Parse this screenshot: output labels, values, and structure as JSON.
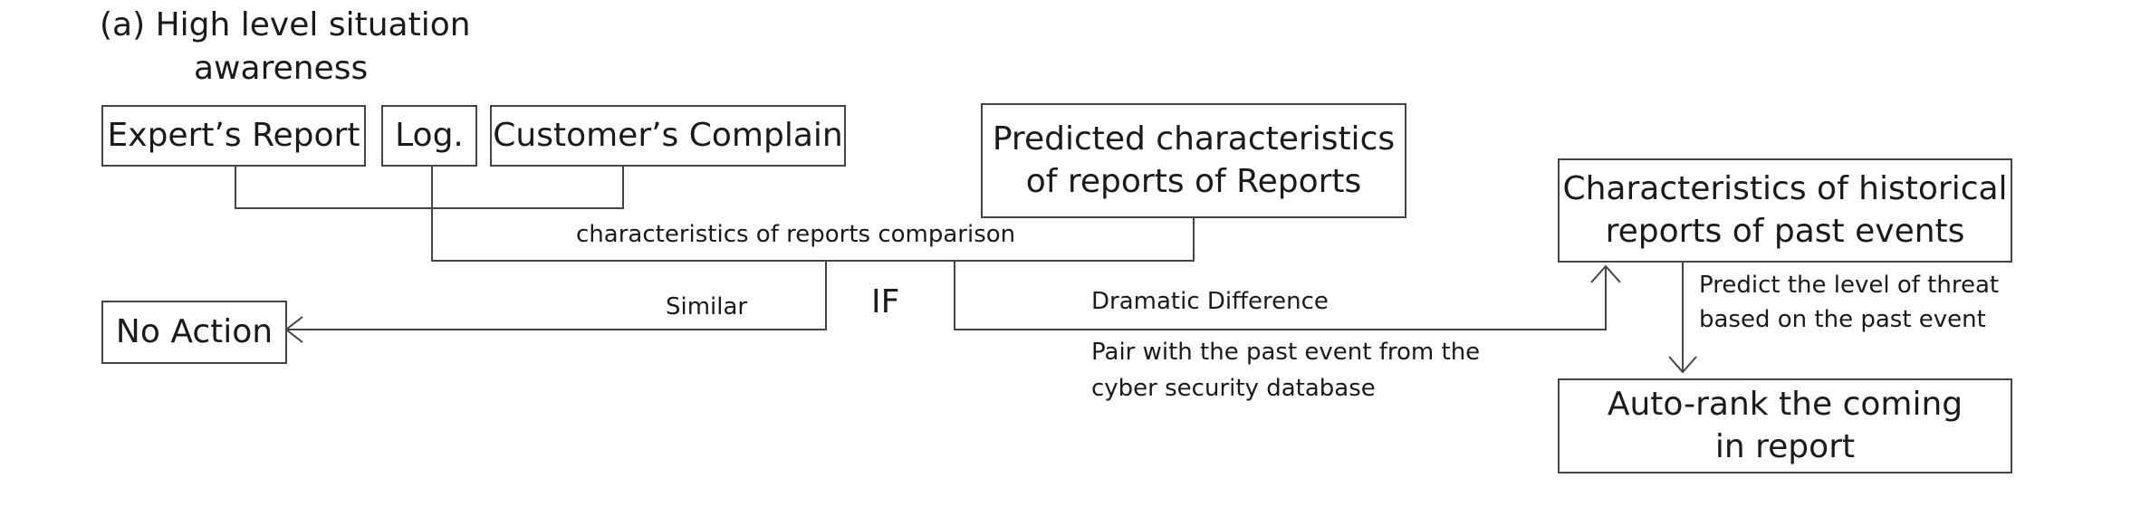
{
  "title": {
    "line1": "(a) High level situation",
    "line2": "awareness"
  },
  "boxes": {
    "expert_report": "Expert’s Report",
    "log": "Log.",
    "customer_complain": "Customer’s Complain",
    "predicted_line1": "Predicted characteristics",
    "predicted_line2": "of reports of Reports",
    "historical_line1": "Characteristics of historical",
    "historical_line2": "reports of past events",
    "auto_rank_line1": "Auto-rank the coming",
    "auto_rank_line2": "in report",
    "no_action": "No Action"
  },
  "labels": {
    "comparison": "characteristics of reports comparison",
    "if": "IF",
    "similar": "Similar",
    "dramatic_difference": "Dramatic Difference",
    "pair_line1": "Pair with the past event from the",
    "pair_line2": "cyber security database",
    "predict_line1": "Predict the level of threat",
    "predict_line2": "based on the past event"
  },
  "colors": {
    "line": "#444444",
    "text": "#1a1a1a"
  }
}
